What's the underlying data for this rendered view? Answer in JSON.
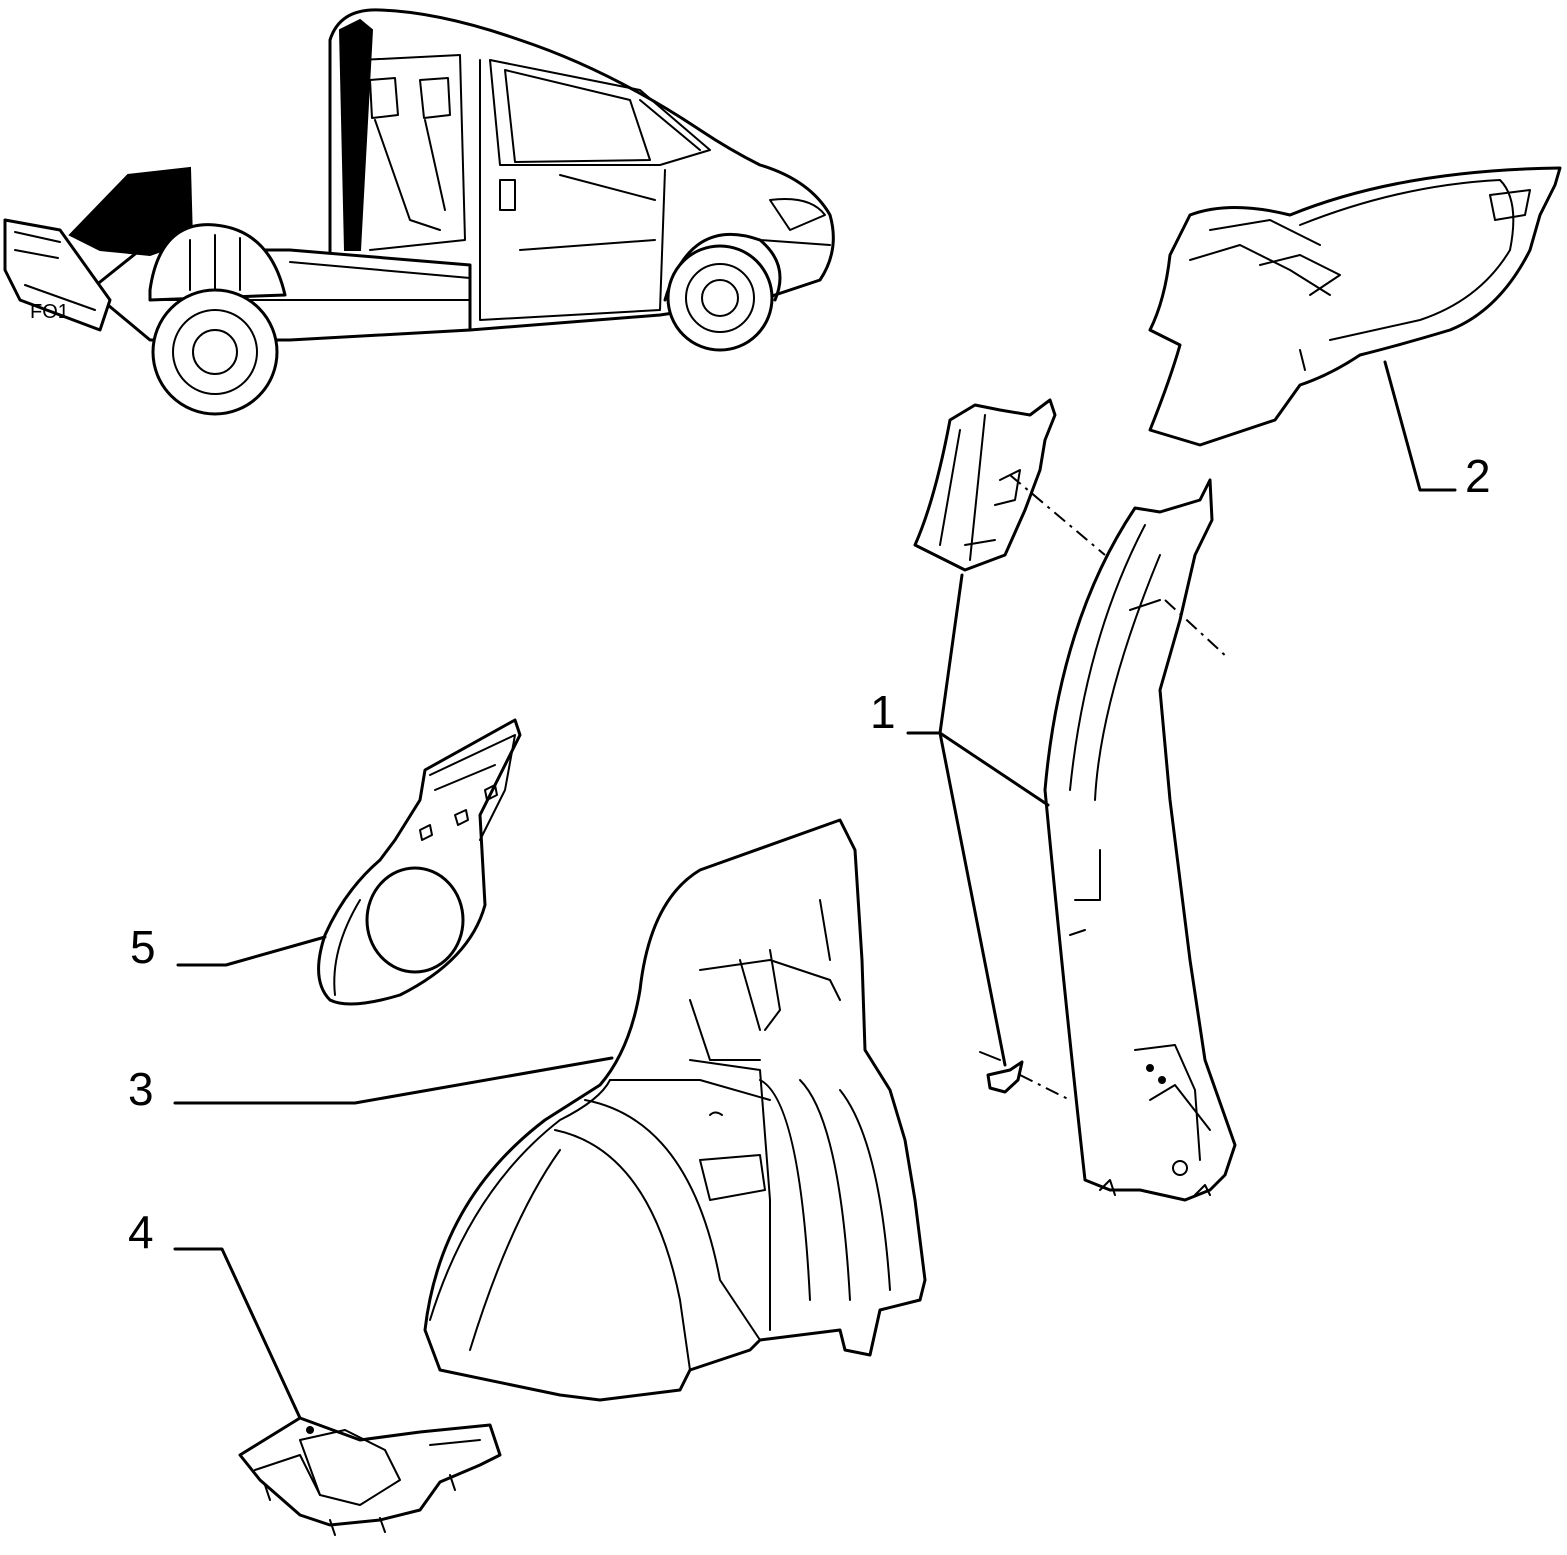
{
  "callouts": [
    {
      "id": "1",
      "label": "1"
    },
    {
      "id": "2",
      "label": "2"
    },
    {
      "id": "3",
      "label": "3"
    },
    {
      "id": "4",
      "label": "4"
    },
    {
      "id": "5",
      "label": "5"
    }
  ],
  "van_badge": "FO1"
}
